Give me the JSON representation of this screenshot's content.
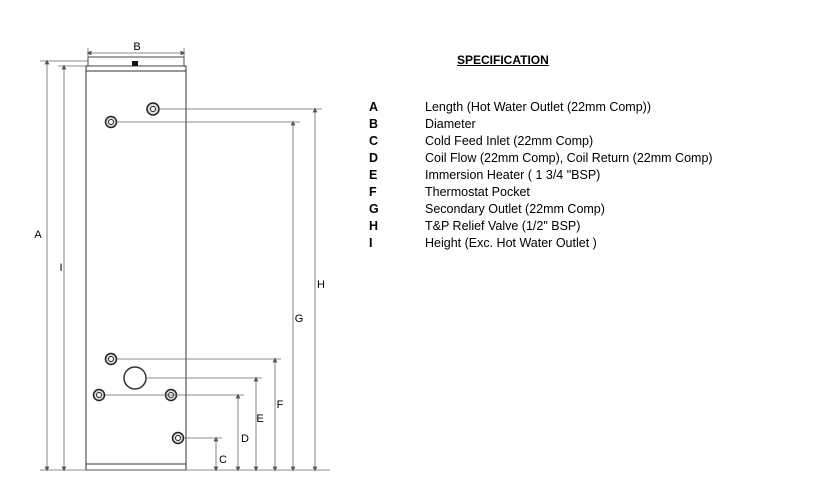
{
  "diagram": {
    "dimension_labels": {
      "A": "A",
      "B": "B",
      "C": "C",
      "D": "D",
      "E": "E",
      "F": "F",
      "G": "G",
      "H": "H",
      "I": "I"
    }
  },
  "specification": {
    "title": "SPECIFICATION",
    "items": [
      {
        "code": "A",
        "description": "Length (Hot Water Outlet (22mm Comp))"
      },
      {
        "code": "B",
        "description": "Diameter"
      },
      {
        "code": "C",
        "description": "Cold Feed Inlet (22mm Comp)"
      },
      {
        "code": "D",
        "description": "Coil Flow (22mm Comp), Coil Return (22mm Comp)"
      },
      {
        "code": "E",
        "description": "Immersion Heater ( 1 3/4 \"BSP)"
      },
      {
        "code": "F",
        "description": "Thermostat Pocket"
      },
      {
        "code": "G",
        "description": "Secondary Outlet (22mm Comp)"
      },
      {
        "code": "H",
        "description": "T&P Relief Valve (1/2\" BSP)"
      },
      {
        "code": "I",
        "description": "Height (Exc. Hot Water Outlet )"
      }
    ]
  }
}
